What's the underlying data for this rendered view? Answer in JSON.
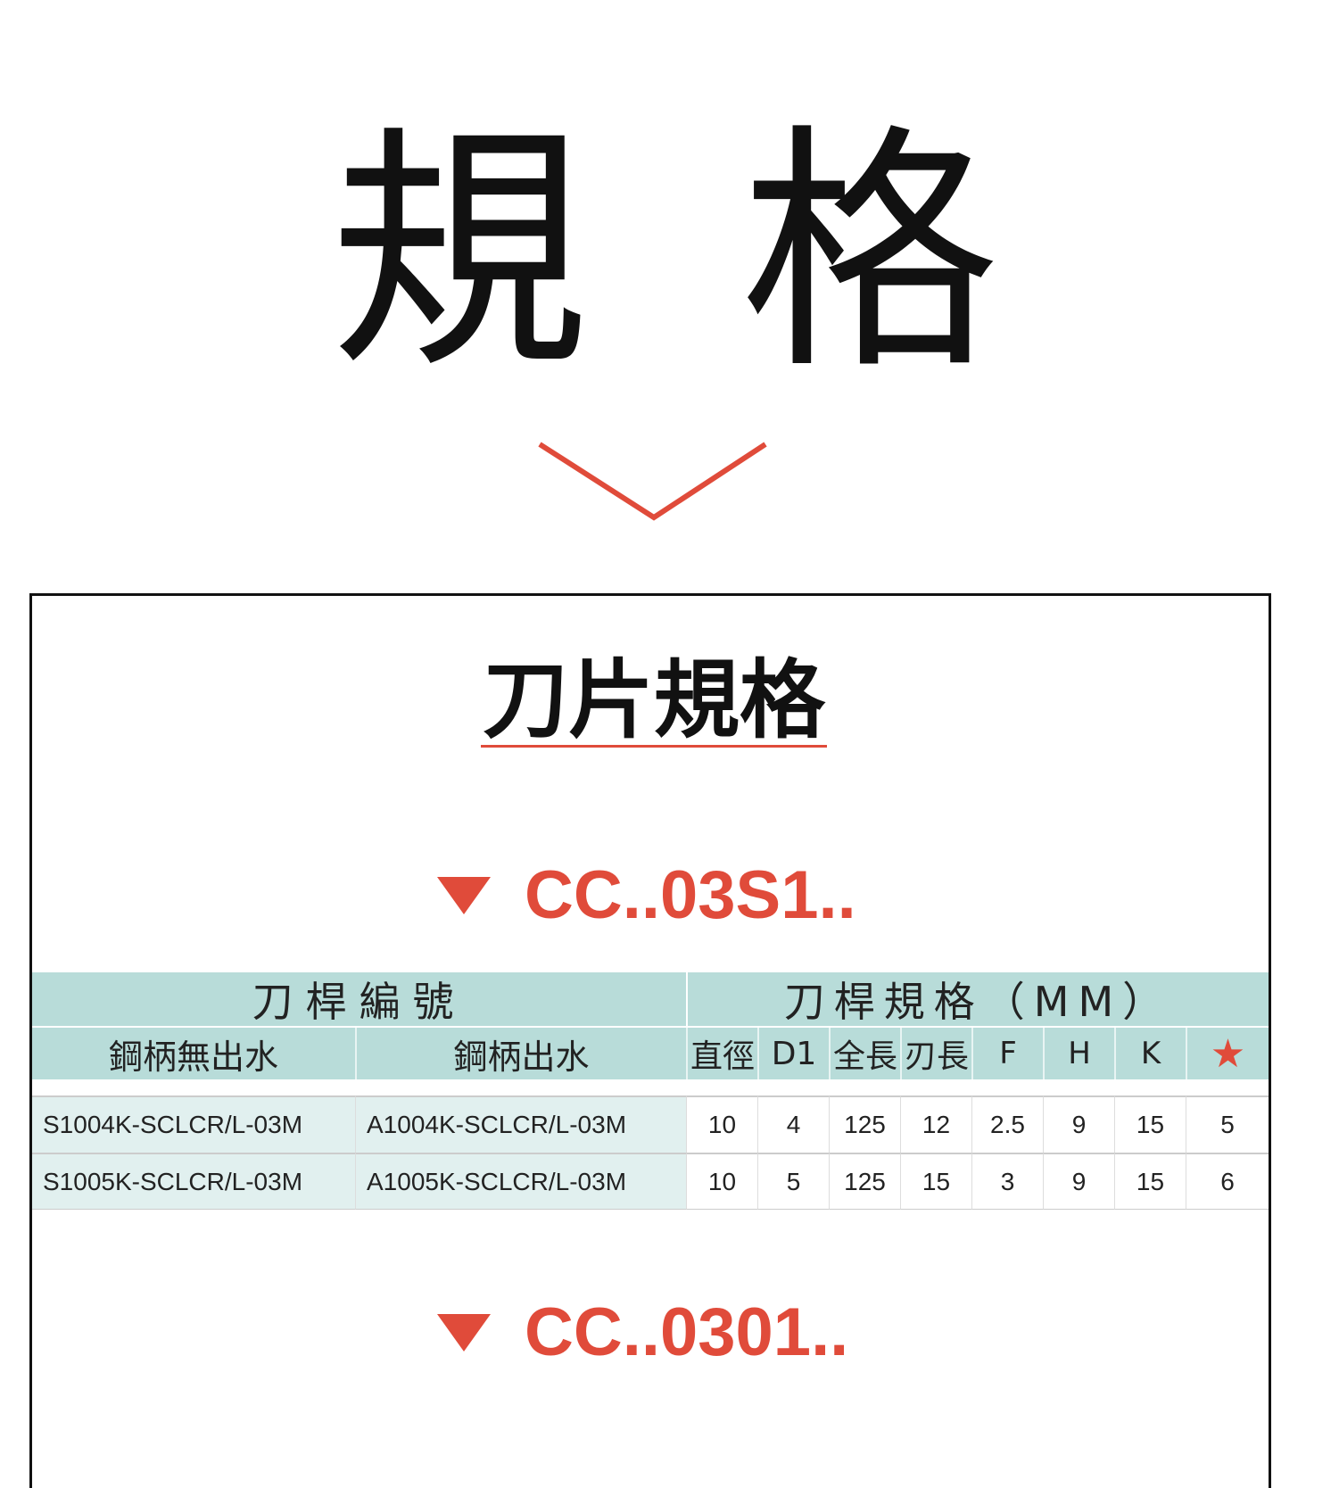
{
  "title": {
    "char1": "規",
    "char2": "格"
  },
  "section_title": "刀片規格",
  "models": [
    "CC..03S1..",
    "CC..0301.."
  ],
  "table": {
    "group_headers": [
      "刀桿編號",
      "刀桿規格（MM）"
    ],
    "columns": [
      "鋼柄無出水",
      "鋼柄出水",
      "直徑",
      "D1",
      "全長",
      "刃長",
      "F",
      "H",
      "K",
      "★"
    ],
    "rows": [
      [
        "S1004K-SCLCR/L-03M",
        "A1004K-SCLCR/L-03M",
        "10",
        "4",
        "125",
        "12",
        "2.5",
        "9",
        "15",
        "5"
      ],
      [
        "S1005K-SCLCR/L-03M",
        "A1005K-SCLCR/L-03M",
        "10",
        "5",
        "125",
        "15",
        "3",
        "9",
        "15",
        "6"
      ]
    ]
  },
  "colors": {
    "accent": "#e04b3a",
    "header": "#b8dcd9",
    "row": "#e1f0ef"
  }
}
